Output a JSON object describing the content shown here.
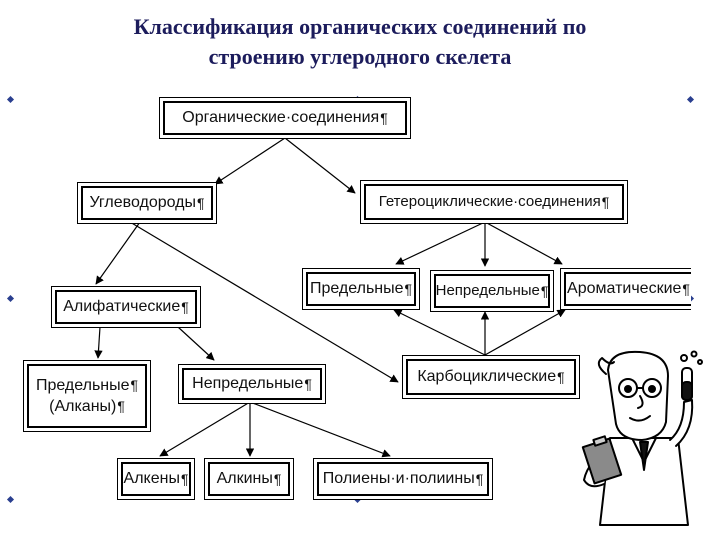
{
  "title": {
    "line1": "Классификация органических соединений по",
    "line2": "строению углеродного скелета"
  },
  "nodes": {
    "organic": "Органические·соединения",
    "hydrocarbons": "Углеводороды",
    "heterocyclic": "Гетероциклические·соединения",
    "aliphatic": "Алифатические",
    "saturated_hetero": "Предельные",
    "unsaturated_hetero": "Непредельные",
    "aromatic": "Ароматические",
    "saturated_line1": "Предельные",
    "saturated_line2": "(Алканы)",
    "unsaturated": "Непредельные",
    "carbocyclic": "Карбоциклические",
    "alkenes": "Алкены",
    "alkynes": "Алкины",
    "polyenes": "Полиены·и·полиины"
  },
  "marks": {
    "pilcrow": "¶"
  },
  "illustration": {
    "name": "scientist-with-test-tube"
  }
}
